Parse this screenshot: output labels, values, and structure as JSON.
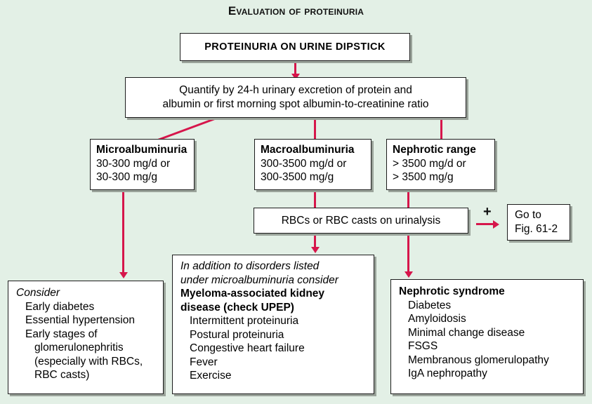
{
  "figure": {
    "title": "Evaluation of Proteinuria",
    "background_color": "#e3f0e6",
    "connector_color": "#d6164b",
    "box_border_color": "#1c1c1c",
    "box_fill_color": "#ffffff"
  },
  "nodes": {
    "dipstick": {
      "label": "PROTEINURIA ON URINE DIPSTICK"
    },
    "quantify": {
      "line1": "Quantify by 24-h urinary excretion of protein and",
      "line2": "albumin or first morning spot albumin-to-creatinine ratio"
    },
    "micro": {
      "heading": "Microalbuminuria",
      "line1": "30-300 mg/d or",
      "line2": "30-300 mg/g"
    },
    "macro": {
      "heading": "Macroalbuminuria",
      "line1": "300-3500 mg/d or",
      "line2": "300-3500 mg/g"
    },
    "nephrotic_range": {
      "heading": "Nephrotic range",
      "line1": "> 3500 mg/d or",
      "line2": "> 3500 mg/g"
    },
    "rbc": {
      "label": "RBCs or RBC casts on urinalysis"
    },
    "goto": {
      "line1": "Go to",
      "line2": "Fig. 61-2"
    },
    "consider": {
      "heading": "Consider",
      "items": [
        "Early diabetes",
        "Essential hypertension",
        "Early stages of",
        "glomerulonephritis",
        "(especially with RBCs,",
        "RBC casts)"
      ]
    },
    "myeloma": {
      "italic_line1": "In addition to disorders listed",
      "italic_line2": "under microalbuminuria consider",
      "bold_line1": "Myeloma-associated kidney",
      "bold_line2": "disease (check UPEP)",
      "items": [
        "Intermittent proteinuria",
        "Postural proteinuria",
        "Congestive heart failure",
        "Fever",
        "Exercise"
      ]
    },
    "nephrotic_syndrome": {
      "heading": "Nephrotic syndrome",
      "items": [
        "Diabetes",
        "Amyloidosis",
        "Minimal change disease",
        "FSGS",
        "Membranous glomerulopathy",
        "IgA nephropathy"
      ]
    }
  },
  "annotations": {
    "plus": "+"
  }
}
